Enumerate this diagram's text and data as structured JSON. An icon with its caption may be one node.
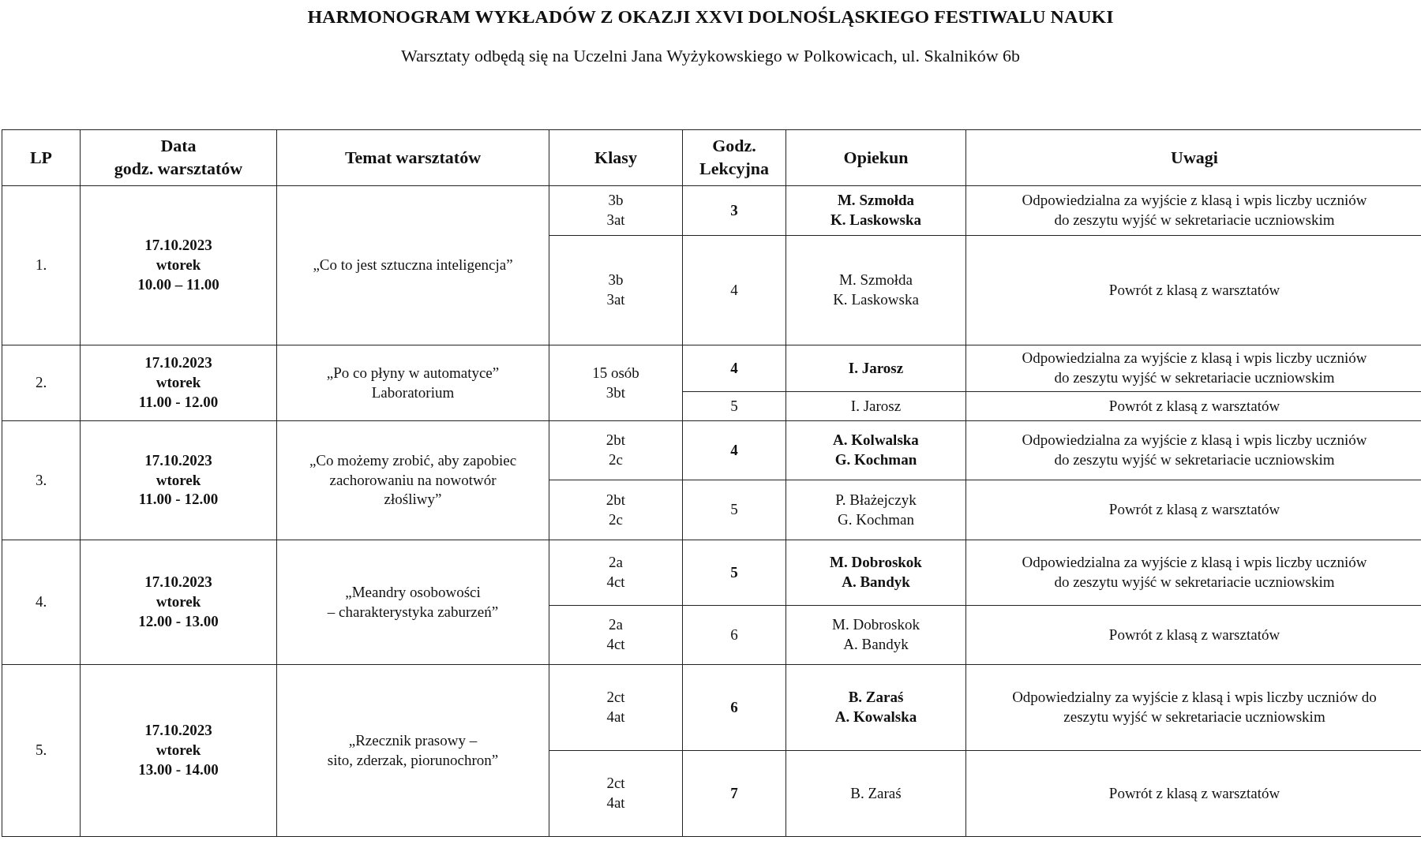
{
  "diagram": {
    "title": "HARMONOGRAM WYKŁADÓW Z OKAZJI XXVI DOLNOŚLĄSKIEGO FESTIWALU NAUKI",
    "labels": [
      "Warsztaty odbędą się na Uczelni Jana Wyżykowskiego w Polkowicach, ul. Skalników 6b",
      "LP",
      "Data godz. warsztatów",
      "Temat warsztatów",
      "Klasy",
      "Godz. Lekcyjna",
      "Opiekun",
      "Uwagi",
      "1.",
      "17.10.2023 wtorek 10.00 – 11.00",
      "„Co to jest sztuczna inteligencja”",
      "3b 3at",
      "3",
      "M. Szmołda K. Laskowska",
      "Odpowiedzialna za wyjście z klasą i wpis liczby uczniów do zeszytu wyjść w sekretariacie uczniowskim",
      "3b 3at",
      "4",
      "M. Szmołda K. Laskowska",
      "Powrót z klasą z warsztatów",
      "2.",
      "17.10.2023 wtorek 11.00 - 12.00",
      "„Po co płyny w automatyce” Laboratorium",
      "15 osób 3bt",
      "4",
      "I. Jarosz",
      "Odpowiedzialna za wyjście z klasą i wpis liczby uczniów do zeszytu wyjść w sekretariacie uczniowskim",
      "5",
      "I. Jarosz",
      "Powrót z klasą z warsztatów",
      "3.",
      "17.10.2023 wtorek 11.00 - 12.00",
      "„Co możemy zrobić, aby zapobiec zachorowaniu na nowotwór złośliwy”",
      "2bt 2c",
      "4",
      "A. Kolwalska G. Kochman",
      "Odpowiedzialna za wyjście z klasą i wpis liczby uczniów do zeszytu wyjść w sekretariacie uczniowskim",
      "2bt 2c",
      "5",
      "P. Błażejczyk G. Kochman",
      "Powrót z klasą z warsztatów",
      "4.",
      "17.10.2023 wtorek 12.00 - 13.00",
      "„Meandry osobowości – charakterystyka zaburzeń”",
      "2a 4ct",
      "5",
      "M. Dobroskok A. Bandyk",
      "Odpowiedzialna za wyjście z klasą i wpis liczby uczniów do zeszytu wyjść w sekretariacie uczniowskim",
      "2a 4ct",
      "6",
      "M. Dobroskok A. Bandyk",
      "Powrót z klasą z warsztatów",
      "5.",
      "17.10.2023 wtorek 13.00 - 14.00",
      "„Rzecznik prasowy – sito, zderzak, piorunochron”",
      "2ct 4at",
      "6",
      "B. Zaraś A. Kowalska",
      "Odpowiedzialny za wyjście z klasą i wpis liczby uczniów do zeszytu wyjść w sekretariacie uczniowskim",
      "2ct 4at",
      "7",
      "B. Zaraś",
      "Powrót z klasą z warsztatów"
    ]
  }
}
